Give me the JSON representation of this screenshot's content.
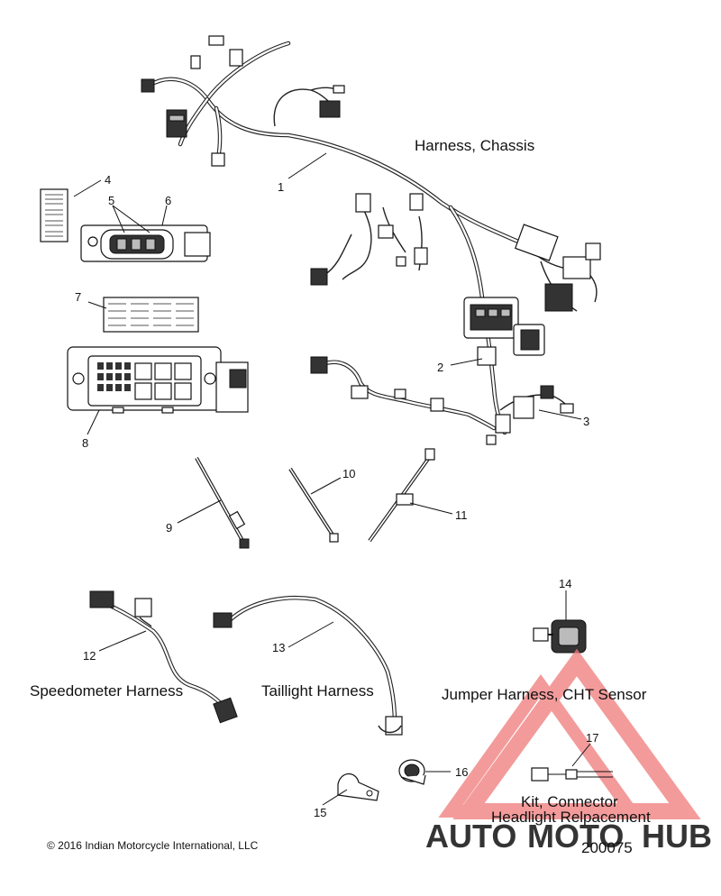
{
  "labels": {
    "harness_chassis": "Harness, Chassis",
    "speedometer_harness": "Speedometer Harness",
    "taillight_harness": "Taillight Harness",
    "jumper_harness": "Jumper Harness, CHT Sensor",
    "kit_connector": "Kit, Connector",
    "headlight_replacement": "Headlight Relpacement",
    "copyright": "© 2016 Indian Motorcycle International, LLC",
    "diagram_number": "200075"
  },
  "callouts": [
    "1",
    "2",
    "3",
    "4",
    "5",
    "6",
    "7",
    "8",
    "9",
    "10",
    "11",
    "12",
    "13",
    "14",
    "15",
    "16",
    "17"
  ],
  "watermark": {
    "part1": "AUTO",
    "part2": "MOTO",
    "part3": "HUB",
    "color_orange": "#f5b335",
    "color_red": "#f07a7a",
    "color_dark": "#8a8a8a"
  }
}
